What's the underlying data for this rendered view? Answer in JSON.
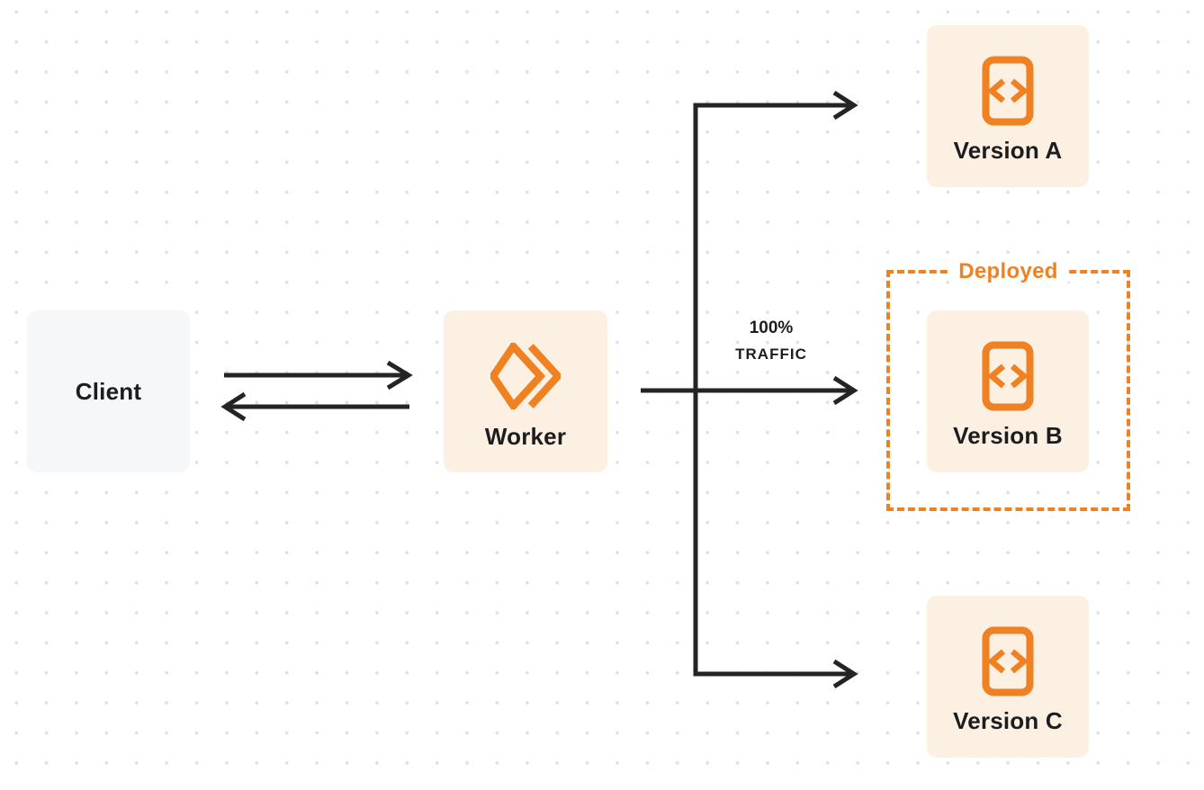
{
  "colors": {
    "accent_orange": "#EF8122",
    "cream": "#FBF0E1",
    "client_gray": "#F6F7F8",
    "line_dark": "#242424",
    "text_dark": "#1D1D1F",
    "dot_gray": "#E0E0E0"
  },
  "nodes": {
    "client": {
      "label": "Client"
    },
    "worker": {
      "label": "Worker",
      "icon": "cloudflare-workers-icon"
    },
    "version_a": {
      "label": "Version A",
      "icon": "code-file-icon"
    },
    "version_b": {
      "label": "Version B",
      "icon": "code-file-icon"
    },
    "version_c": {
      "label": "Version C",
      "icon": "code-file-icon"
    }
  },
  "annotations": {
    "deployed_label": "Deployed",
    "traffic_line1": "100%",
    "traffic_line2": "TRAFFIC"
  }
}
